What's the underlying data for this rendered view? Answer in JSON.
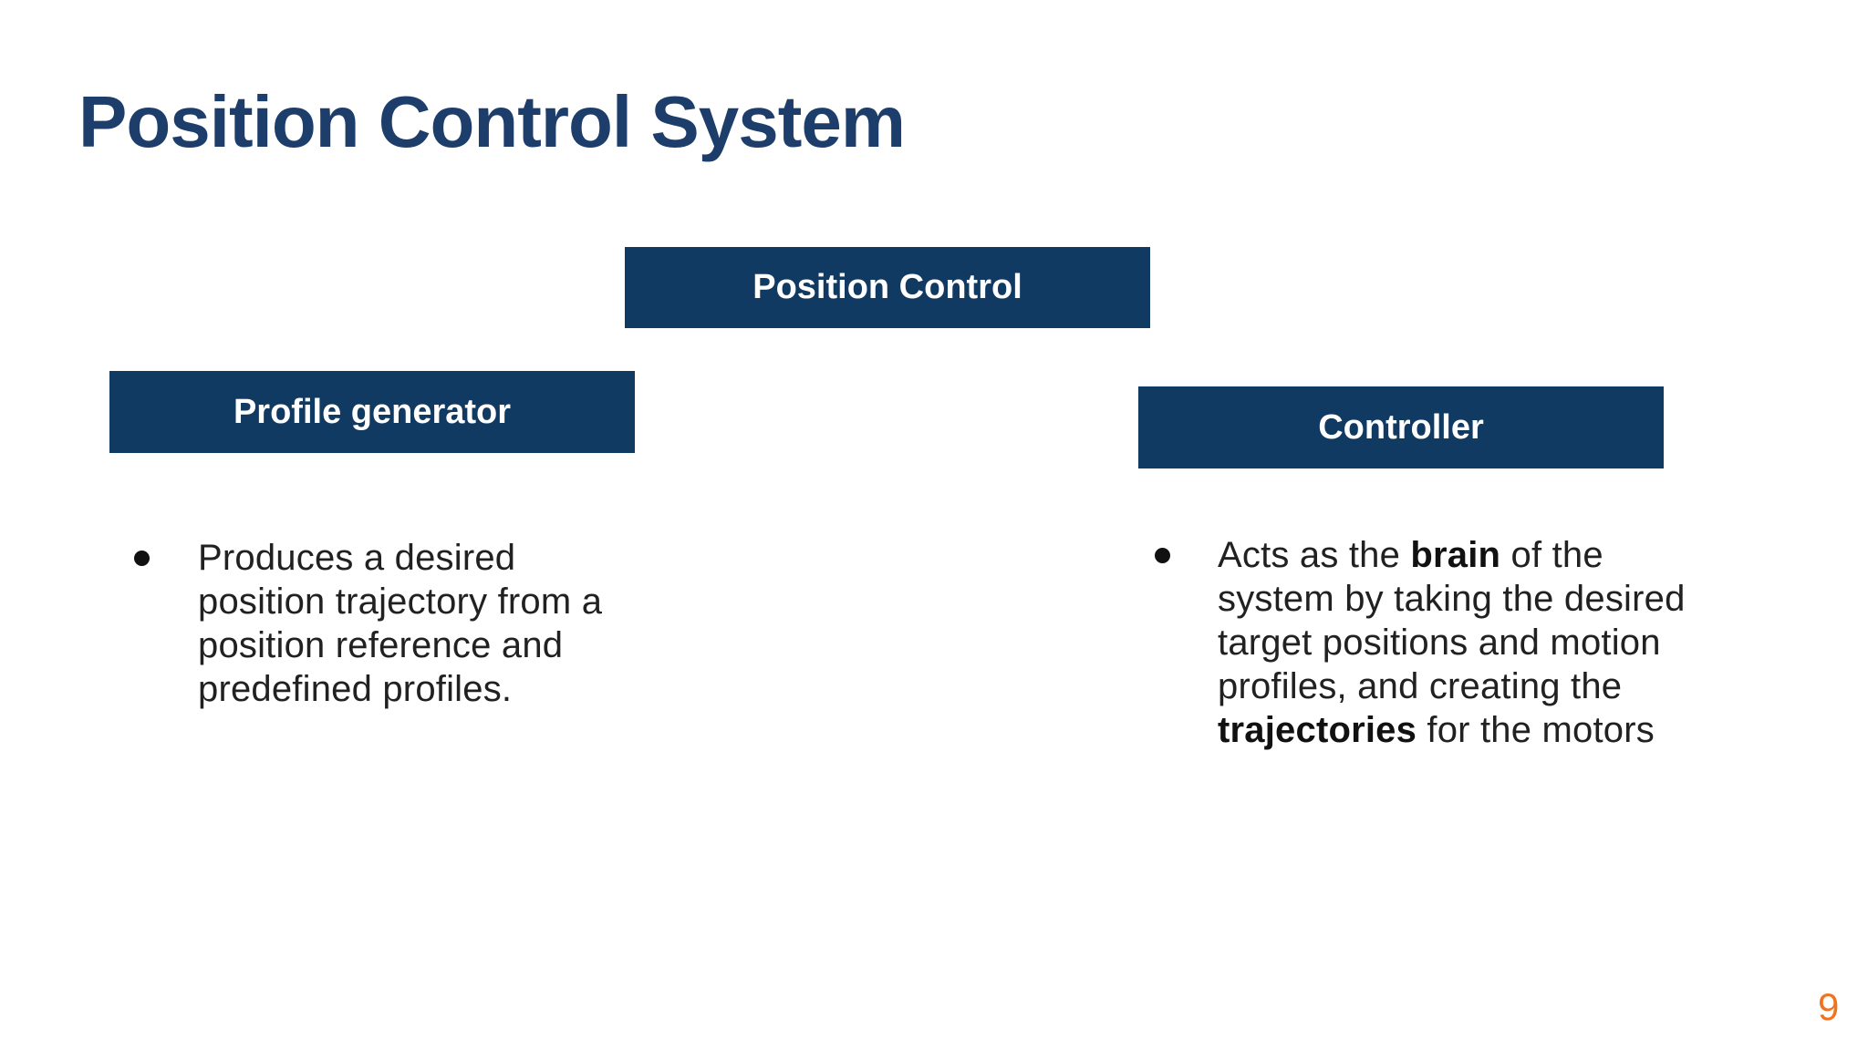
{
  "slide": {
    "title": "Position Control System",
    "page_number": "9",
    "background_color": "#ffffff"
  },
  "colors": {
    "title_navy": "#1d3d6b",
    "box_navy": "#113a63",
    "box_label_text": "#ffffff",
    "body_text": "#212121",
    "page_number_orange": "#ee7421"
  },
  "diagram": {
    "boxes": [
      {
        "label": "Position Control"
      },
      {
        "label": "Profile generator"
      },
      {
        "label": "Controller"
      }
    ]
  },
  "bullets": {
    "left": {
      "lines": [
        "Produces a desired",
        "position trajectory from a",
        "position reference and",
        "predefined profiles."
      ]
    },
    "right": {
      "line1_pre": "Acts as the ",
      "line1_bold": "brain",
      "line1_post": " of the",
      "line2": "system by taking the desired",
      "line3": "target positions and motion",
      "line4": "profiles, and creating the",
      "line5_bold": "trajectories",
      "line5_post": " for the motors"
    }
  }
}
